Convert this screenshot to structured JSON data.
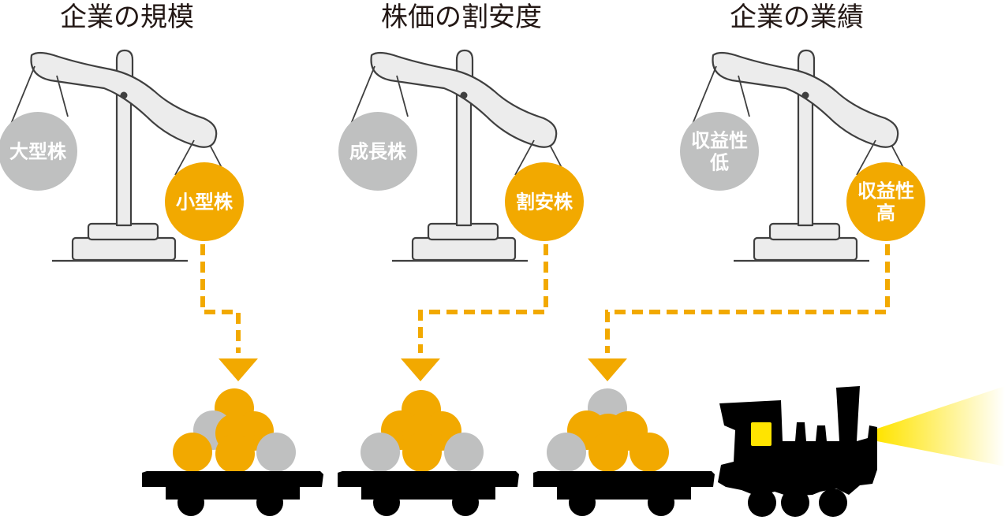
{
  "colors": {
    "orange": "#f2a900",
    "gray": "#bfc0c0",
    "scale_fill": "#ececec",
    "scale_stroke": "#3f3f3f",
    "train": "#000000",
    "headlight": "#ffe400",
    "title_text": "#231815"
  },
  "scales": [
    {
      "title": "企業の規模",
      "left_ball_lines": [
        "大型株"
      ],
      "right_ball_lines": [
        "小型株"
      ]
    },
    {
      "title": "株価の割安度",
      "left_ball_lines": [
        "成長株"
      ],
      "right_ball_lines": [
        "割安株"
      ]
    },
    {
      "title": "企業の業績",
      "left_ball_lines": [
        "収益性",
        "低"
      ],
      "right_ball_lines": [
        "収益性",
        "高"
      ]
    }
  ],
  "train": {
    "cars": [
      {
        "balls": [
          "orange",
          "gray",
          "orange",
          "orange",
          "orange",
          "orange",
          "gray"
        ]
      },
      {
        "balls": [
          "orange",
          "orange",
          "orange",
          "gray",
          "orange",
          "orange",
          "gray"
        ]
      },
      {
        "balls": [
          "gray",
          "orange",
          "orange",
          "gray",
          "orange",
          "orange",
          "orange"
        ]
      }
    ],
    "icons": {
      "locomotive": "steam-locomotive-icon",
      "headlight": "headlight-beam"
    }
  }
}
